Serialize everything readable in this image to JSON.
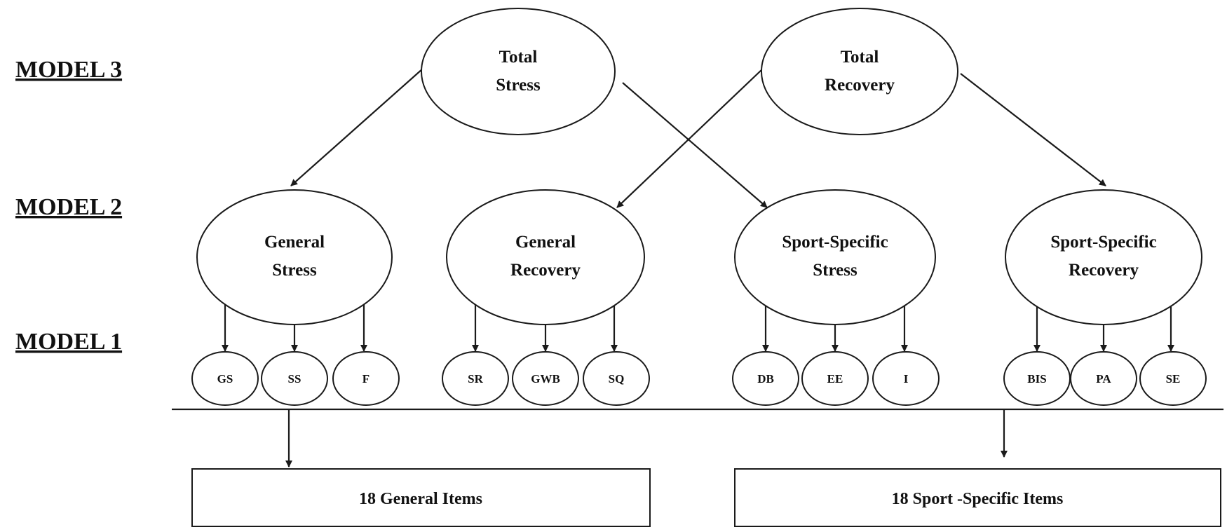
{
  "levels": {
    "model3": "MODEL 3",
    "model2": "MODEL 2",
    "model1": "MODEL 1"
  },
  "model3_nodes": {
    "total_stress": [
      "Total",
      "Stress"
    ],
    "total_recovery": [
      "Total",
      "Recovery"
    ]
  },
  "model2_nodes": {
    "general_stress": [
      "General",
      "Stress"
    ],
    "general_recovery": [
      "General",
      "Recovery"
    ],
    "sport_stress": [
      "Sport-Specific",
      "Stress"
    ],
    "sport_recovery": [
      "Sport-Specific",
      "Recovery"
    ]
  },
  "model1_nodes": {
    "gs": "GS",
    "ss": "SS",
    "f": "F",
    "sr": "SR",
    "gwb": "GWB",
    "sq": "SQ",
    "db": "DB",
    "ee": "EE",
    "i": "I",
    "bis": "BIS",
    "pa": "PA",
    "se": "SE"
  },
  "item_boxes": {
    "general": "18 General Items",
    "sport": "18 Sport -Specific Items"
  }
}
